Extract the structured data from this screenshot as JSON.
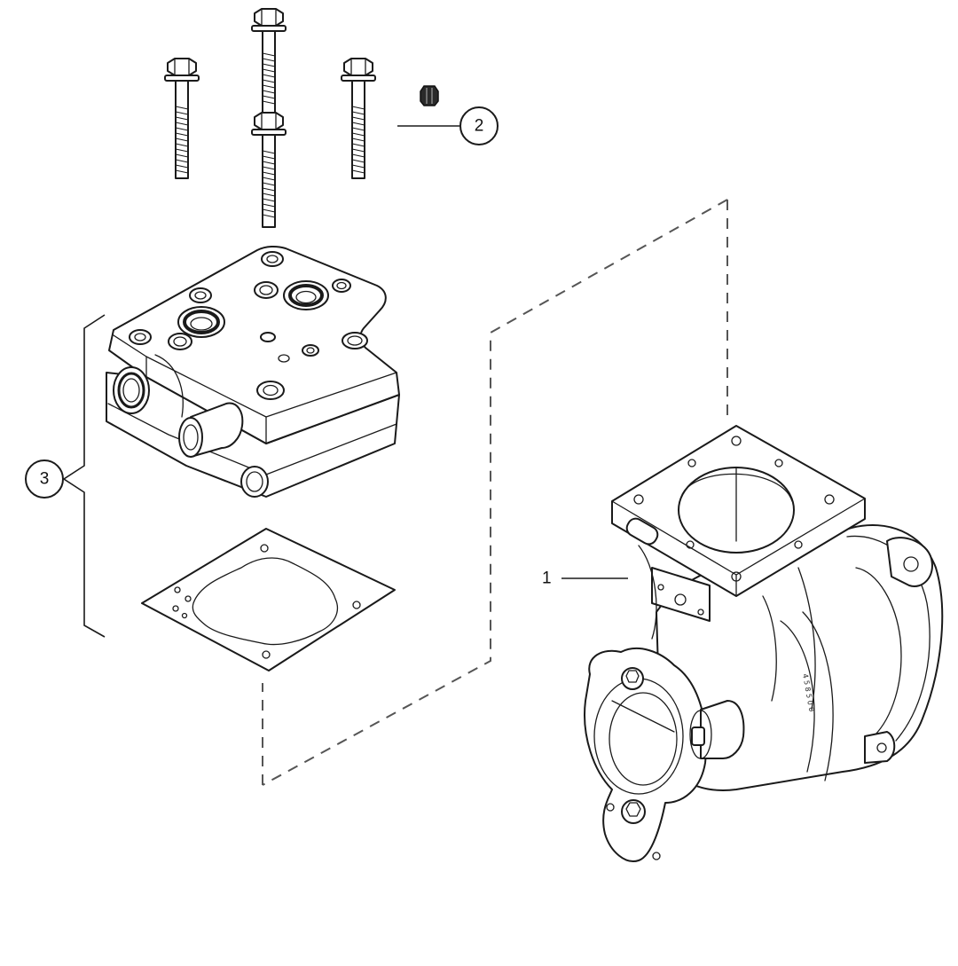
{
  "diagram": {
    "callouts": [
      {
        "id": "1",
        "label": "1",
        "style": "plain"
      },
      {
        "id": "2",
        "label": "2",
        "style": "circle"
      },
      {
        "id": "3",
        "label": "3",
        "style": "circle"
      }
    ],
    "parts": [
      {
        "key": "1",
        "name": "compressor-body"
      },
      {
        "key": "2",
        "name": "nut"
      },
      {
        "key": "3",
        "name": "cylinder-head-kit"
      }
    ],
    "colors": {
      "line": "#1a1a1a",
      "dashed": "#555555",
      "background": "#ffffff"
    }
  }
}
